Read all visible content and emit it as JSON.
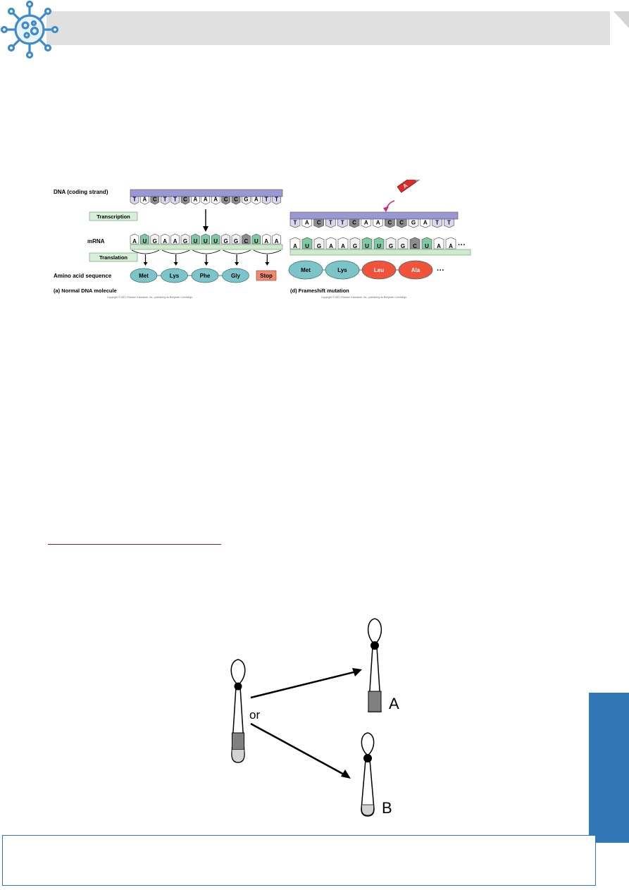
{
  "colors": {
    "accent": "#3378b6",
    "header_bar": "#e0e0e0",
    "rule": "#8a1c1c",
    "dna": "#9a97d4",
    "mrna": "#cfe8d0",
    "amino": "#7cc4c8",
    "mutant_amino": "#f0533a"
  },
  "icons": {
    "header": "virus-icon"
  },
  "figure_mutation": {
    "dna_label": "DNA (coding strand)",
    "transcription_label": "Transcription",
    "mrna_label": "mRNA",
    "translation_label": "Translation",
    "amino_label": "Amino acid sequence",
    "normal": {
      "dna": [
        "T",
        "A",
        "C",
        "T",
        "T",
        "C",
        "A",
        "A",
        "A",
        "C",
        "C",
        "G",
        "A",
        "T",
        "T"
      ],
      "mrna": [
        "A",
        "U",
        "G",
        "A",
        "A",
        "G",
        "U",
        "U",
        "U",
        "G",
        "G",
        "C",
        "U",
        "A",
        "A"
      ],
      "aminos": [
        "Met",
        "Lys",
        "Phe",
        "Gly"
      ],
      "stop": "Stop",
      "caption": "(a) Normal DNA molecule",
      "copyright": "Copyright © 2007 Pearson Education, Inc., publishing as Benjamin Cummings."
    },
    "frameshift": {
      "inserted": "A",
      "dna": [
        "T",
        "A",
        "C",
        "T",
        "T",
        "C",
        "A",
        "A",
        "C",
        "C",
        "G",
        "A",
        "T",
        "T"
      ],
      "mrna": [
        "A",
        "U",
        "G",
        "A",
        "A",
        "G",
        "U",
        "U",
        "G",
        "G",
        "C",
        "U",
        "A",
        "A"
      ],
      "aminos": [
        "Met",
        "Lys",
        "Leu",
        "Ala"
      ],
      "ellipsis": "···",
      "caption": "(d) Frameshift mutation",
      "copyright": "Copyright © 2007 Pearson Education, Inc., publishing as Benjamin Cummings."
    }
  },
  "figure_chromosome": {
    "or_label": "or",
    "label_a": "A",
    "label_b": "B"
  }
}
